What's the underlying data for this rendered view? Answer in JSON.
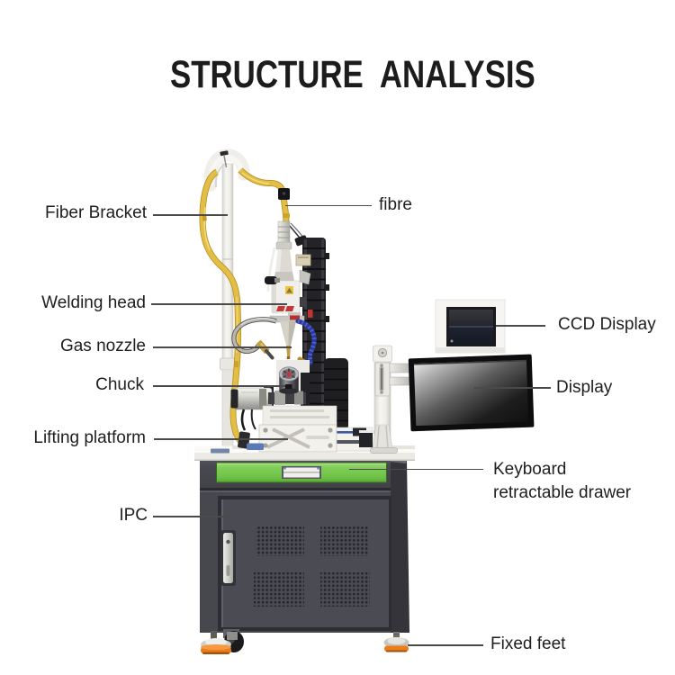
{
  "title": "STRUCTURE ANALYSIS",
  "labels": {
    "fiber_bracket": "Fiber Bracket",
    "welding_head": "Welding head",
    "gas_nozzle": "Gas nozzle",
    "chuck": "Chuck",
    "lifting_platform": "Lifting platform",
    "ipc": "IPC",
    "fibre": "fibre",
    "ccd_display": "CCD Display",
    "display": "Display",
    "keyboard_drawer": [
      "Keyboard",
      "retractable drawer"
    ],
    "fixed_feet": "Fixed feet"
  },
  "colors": {
    "accent_green": "#6fc347",
    "fiber_yellow": "#e3bd45",
    "foot_orange": "#ed7d18",
    "cabinet_gray": "#47474e",
    "hose_blue": "#2a3aa4",
    "label_text": "#1e1e1e",
    "leader_line": "#4a4a4a"
  }
}
